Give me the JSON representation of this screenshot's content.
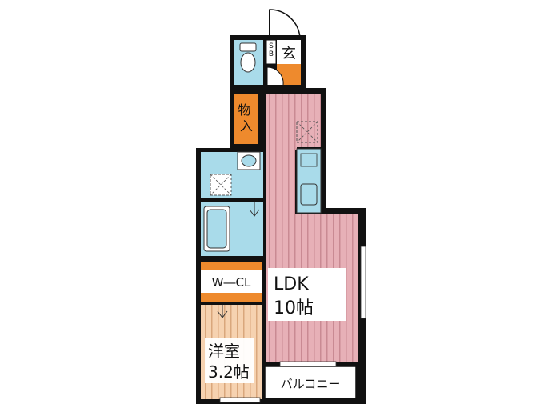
{
  "rooms": {
    "genkan": "玄",
    "sb": "S\nB",
    "monoire": "物入",
    "ldk_name": "LDK",
    "ldk_size": "10帖",
    "wcl": "W―CL",
    "yoshitsu_name": "洋室",
    "yoshitsu_size": "3.2帖",
    "balcony": "バルコニー"
  },
  "colors": {
    "wall": "#111111",
    "ldk_floor": "#e7b0b7",
    "ldk_stripe": "#c98a93",
    "yoshitsu_floor": "#f6d2b0",
    "yoshitsu_stripe": "#d9a77c",
    "orange": "#ee8a2d",
    "water": "#a9dbea",
    "fixture": "#ffffff"
  },
  "icons": [
    "door-swing-icon",
    "toilet-icon",
    "washbasin-icon",
    "bathtub-icon",
    "washer-pan-icon",
    "fridge-space-icon",
    "kitchen-sink-icon",
    "window-icon"
  ]
}
